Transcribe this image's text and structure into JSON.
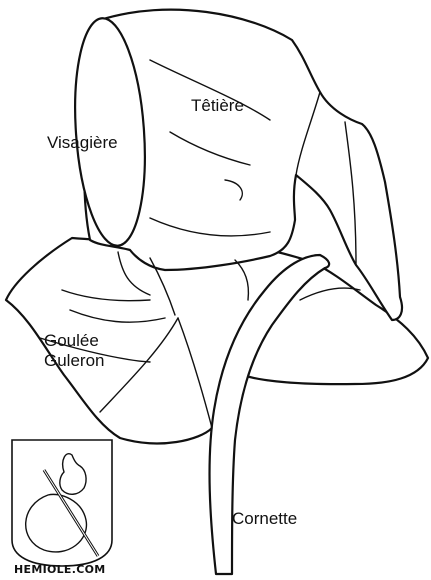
{
  "diagram": {
    "labels": {
      "tetiere": "Têtière",
      "visagiere": "Visagière",
      "goulee": "Goulée",
      "guleron": "Guleron",
      "cornette": "Cornette"
    },
    "logo": {
      "text": "HEMIOLE.COM"
    },
    "colors": {
      "line": "#111111",
      "background": "#ffffff"
    }
  }
}
